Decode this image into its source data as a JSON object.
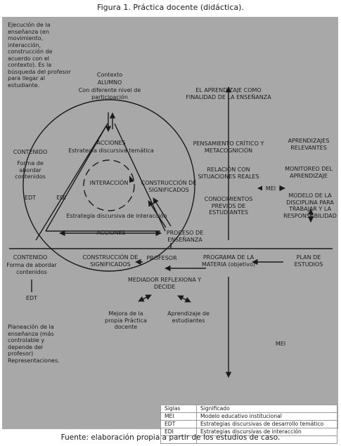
{
  "figure": {
    "title": "Figura 1. Práctica docente (didáctica).",
    "source": "Fuente: elaboración propia a partir de los estudios de caso."
  },
  "nodes": {
    "ejecucion_note": "Ejecución de la enseñanza (en movimiento, interacción, construcción de acuerdo con el contexto). Es la búsqueda del profesor para llegar al estudiante.",
    "contexto": "Contexto",
    "alumno": "ALUMNO",
    "nivel": "Con diferente nivel de participación",
    "acciones_top": "ACCIONES",
    "estrategia_tematica": "Estrategia discursiva temática",
    "interaccion": "INTERACCIÓN",
    "construccion_inner": "CONSTRUCCIÓN DE SIGNIFICADOS",
    "estrategia_interaccion": "Estrategia discursiva de interacción",
    "acciones_mid": "ACCIONES",
    "proceso": "PROCESO DE ENSEÑANZA",
    "contenido_top": "CONTENIDO",
    "forma_top": "Forma de abordar contenidos",
    "edt_top": "EDT",
    "edi": "EDI",
    "aprendizaje_finalidad": "EL APRENDIZAJE COMO FINALIDAD DE LA ENSEÑANZA",
    "pensamiento": "PENSAMIENTO CRÍTICO Y METACOGNICIÓN",
    "relacion": "RELACIÓN CON SITUACIONES REALES",
    "conocimientos": "CONOCIMIENTOS PREVIOS DE ESTUDIANTES",
    "aprendizajes_relevantes": "APRENDIZAJES RELEVANTES",
    "monitoreo": "MONITOREO DEL APRENDIZAJE",
    "mei_side": "MEI",
    "modelo": "MODELO DE LA DISCIPLINA PARA TRABAJAR Y LA RESPONSABILIDAD",
    "contenido_bottom": "CONTENIDO",
    "forma_bottom": "Forma de abordar contenidos",
    "edt_bottom": "EDT",
    "construccion_bottom": "CONSTRUCCIÓN DE SIGNIFICADOS",
    "profesor": "PROFESOR",
    "programa": "PROGRAMA DE LA MATERIA (objetivo)",
    "plan": "PLAN DE ESTUDIOS",
    "mediador": "MEDIADOR REFLEXIONA Y DECIDE",
    "mejora": "Mejora de la propia Práctica docente",
    "aprendizaje_estudiantes": "Aprendizaje de estudiantes",
    "planeacion_note": "Planeación de la enseñanza (más controlable y depende del profesor) Representaciones.",
    "mei_bottom": "MEI"
  },
  "legend": {
    "header": [
      "Siglas",
      "Significado"
    ],
    "rows": [
      [
        "MEI",
        "Modelo educativo institucional"
      ],
      [
        "EDT",
        "Estrategias discursivas de desarrollo temático"
      ],
      [
        "EDI",
        "Estrategias discursivas de interacción"
      ],
      [
        "",
        ""
      ]
    ]
  },
  "colors": {
    "panel": "#a8a8a8",
    "ink": "#1a1a1a",
    "legend_bg": "#ffffff"
  }
}
